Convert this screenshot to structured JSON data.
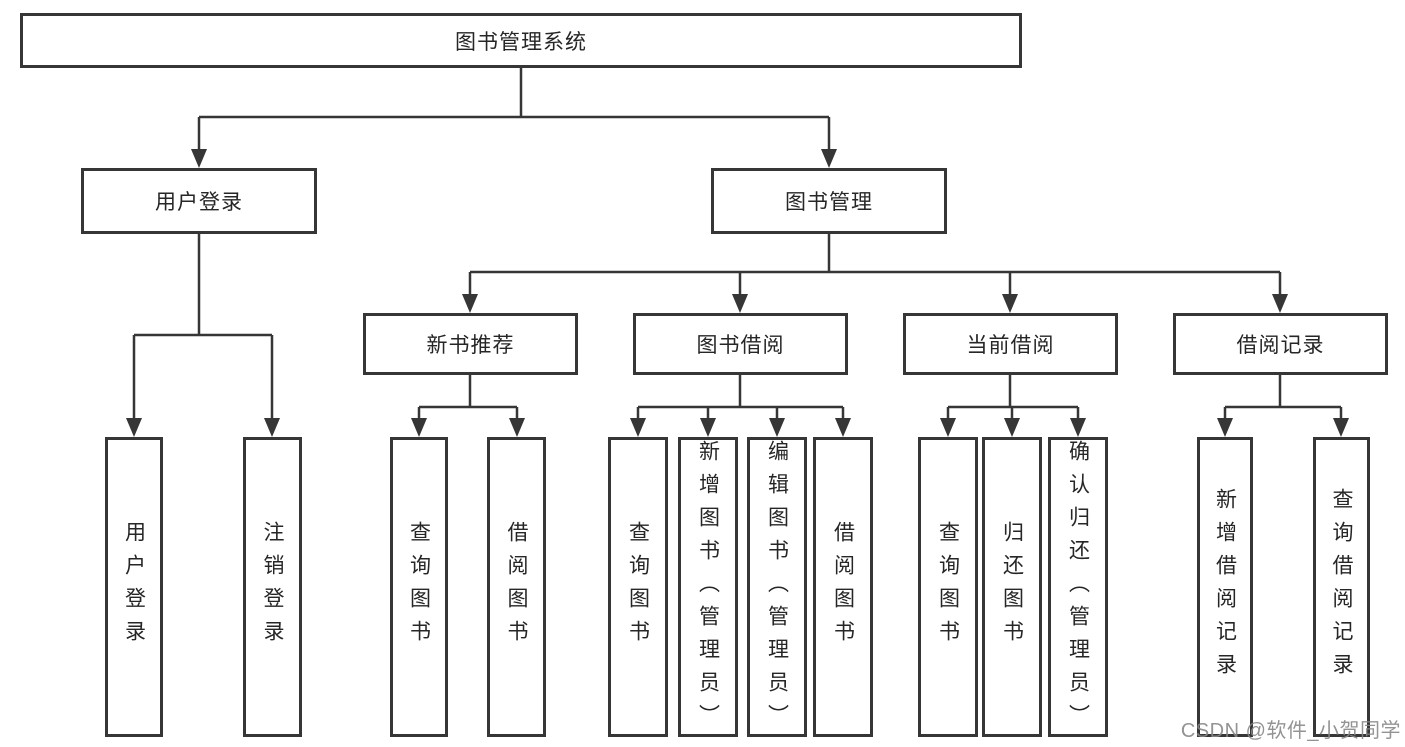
{
  "diagram": {
    "root": {
      "label": "图书管理系统"
    },
    "level2": [
      {
        "label": "用户登录"
      },
      {
        "label": "图书管理"
      }
    ],
    "level3": [
      {
        "label": "新书推荐"
      },
      {
        "label": "图书借阅"
      },
      {
        "label": "当前借阅"
      },
      {
        "label": "借阅记录"
      }
    ],
    "leaves": {
      "user_login": [
        "用户登录",
        "注销登录"
      ],
      "new_books": [
        "查询图书",
        "借阅图书"
      ],
      "book_borrow": [
        "查询图书",
        "新增图书（管理员）",
        "编辑图书（管理员）",
        "借阅图书"
      ],
      "current_borrow": [
        "查询图书",
        "归还图书",
        "确认归还（管理员）"
      ],
      "borrow_records": [
        "新增借阅记录",
        "查询借阅记录"
      ]
    }
  },
  "watermark": "CSDN @软件_小贺同学",
  "colors": {
    "line": "#363636",
    "text": "#262626",
    "watermark": "#878787",
    "background": "#ffffff"
  }
}
